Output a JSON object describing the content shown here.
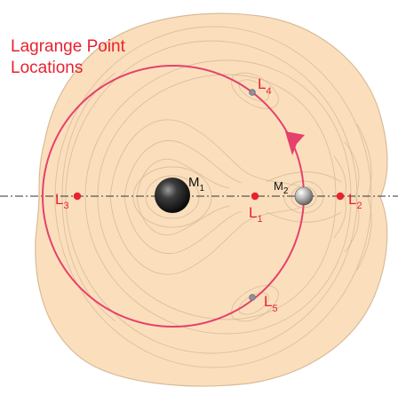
{
  "title": {
    "line1": "Lagrange Point",
    "line2": "Locations"
  },
  "masses": {
    "m1": {
      "main": "M",
      "sub": "1"
    },
    "m2": {
      "main": "M",
      "sub": "2"
    }
  },
  "points": {
    "l1": {
      "main": "L",
      "sub": "1"
    },
    "l2": {
      "main": "L",
      "sub": "2"
    },
    "l3": {
      "main": "L",
      "sub": "3"
    },
    "l4": {
      "main": "L",
      "sub": "4"
    },
    "l5": {
      "main": "L",
      "sub": "5"
    }
  },
  "colors": {
    "background": "#ffffff",
    "potential_fill": "#fbdfbd",
    "contour_lines": "#cfb596",
    "orbit": "#e5416b",
    "lagrange_points": "#e8222f",
    "axis": "#333333",
    "label_text": "#e8222f",
    "mass_labels": "#111111"
  }
}
